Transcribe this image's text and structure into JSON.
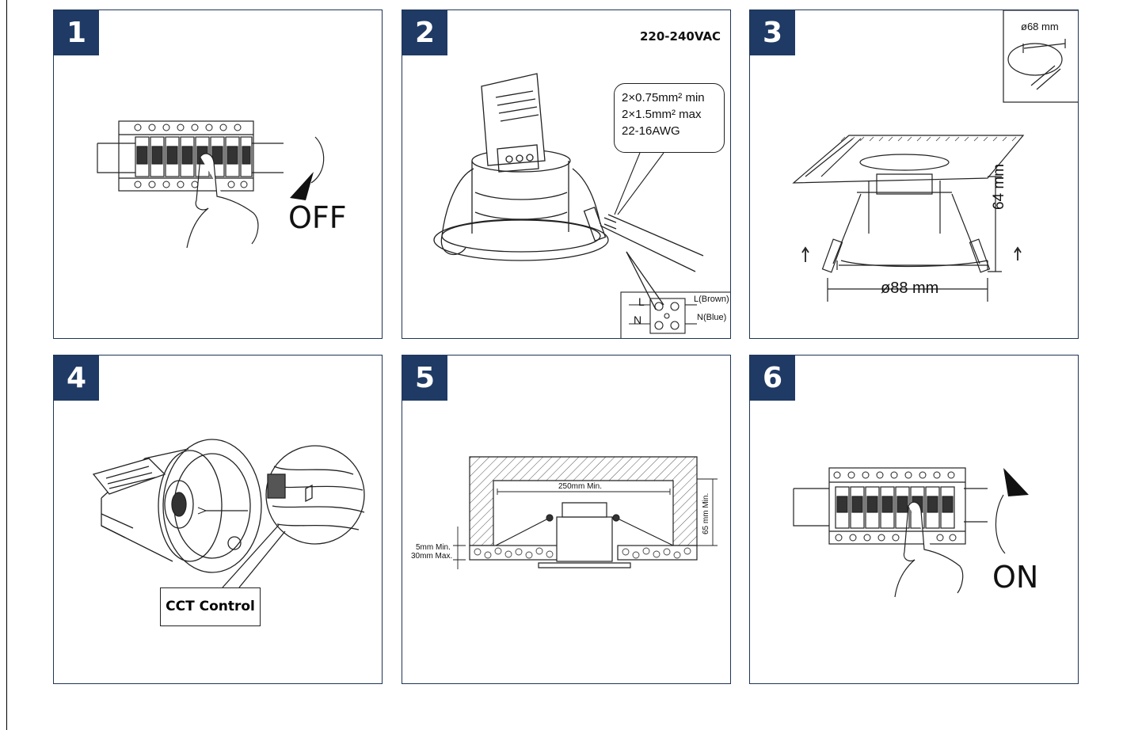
{
  "steps": [
    {
      "number": "1",
      "switch_label": "OFF"
    },
    {
      "number": "2",
      "voltage": "220-240VAC",
      "cable_spec": [
        "2×0.75mm² min",
        "2×1.5mm² max",
        "22-16AWG"
      ],
      "terminal": {
        "l_letter": "L",
        "n_letter": "N",
        "live": "L(Brown)",
        "neutral": "N(Blue)"
      }
    },
    {
      "number": "3",
      "cutout": "ø68 mm",
      "height": "64 mm",
      "diameter": "ø88 mm"
    },
    {
      "number": "4",
      "control_label": "CCT Control"
    },
    {
      "number": "5",
      "clearance_side": "250mm Min.",
      "clearance_top": "65 mm Min.",
      "ceiling_min": "5mm Min.",
      "ceiling_max": "30mm Max."
    },
    {
      "number": "6",
      "switch_label": "ON"
    }
  ],
  "colors": {
    "badge": "#1f3a64",
    "border": "#1f3556",
    "line": "#222222"
  }
}
